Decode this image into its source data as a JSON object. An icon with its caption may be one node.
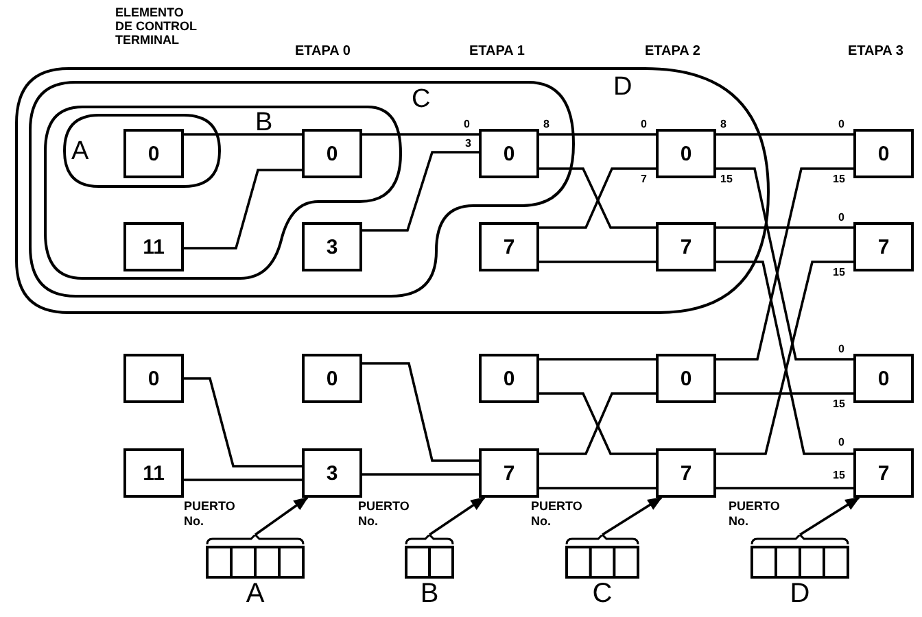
{
  "diagram": {
    "nodes": [
      {
        "text": [
          "D"
        ]
      },
      {
        "text": [
          "C"
        ],
        "in": 0
      },
      {
        "text": [
          "B"
        ],
        "in": 1
      },
      {
        "text": [
          "A"
        ],
        "in": 2
      },
      {
        "text": [
          "0"
        ],
        "in": 3
      },
      {
        "text": [
          "0"
        ],
        "in": 2
      },
      {
        "text": [
          "11"
        ],
        "in": 2
      },
      {
        "text": [
          "3"
        ],
        "in": 1
      },
      {
        "text": [
          "0"
        ],
        "in": 1
      },
      {
        "text": [
          "7"
        ],
        "in": 0
      },
      {
        "text": [
          "0"
        ],
        "in": 0
      },
      {
        "text": [
          "7"
        ],
        "in": 0
      },
      {
        "text": [
          "0"
        ]
      },
      {
        "text": [
          "7"
        ]
      },
      {
        "text": [
          "0"
        ]
      },
      {
        "text": [
          "0"
        ]
      },
      {
        "text": [
          "0"
        ]
      },
      {
        "text": [
          "0"
        ]
      },
      {
        "text": [
          "0"
        ]
      },
      {
        "text": [
          "11"
        ]
      },
      {
        "text": [
          "3"
        ]
      },
      {
        "text": [
          "7"
        ]
      },
      {
        "text": [
          "7"
        ]
      },
      {
        "text": [
          "7"
        ]
      },
      {
        "text": [],
        "shape": "box",
        "beside": [
          "PUERTO No.",
          "A"
        ]
      },
      {
        "text": [],
        "shape": "box",
        "beside": [
          "PUERTO No.",
          "B"
        ]
      },
      {
        "text": [],
        "shape": "box",
        "beside": [
          "PUERTO No.",
          "C"
        ]
      },
      {
        "text": [],
        "shape": "box",
        "beside": [
          "PUERTO No.",
          "D"
        ]
      }
    ],
    "edges": [
      {
        "from": 4,
        "to": 5,
        "arrow": "none"
      },
      {
        "from": 6,
        "to": 5,
        "arrow": "none"
      },
      {
        "from": 5,
        "to": 8,
        "arrow": "none"
      },
      {
        "from": 7,
        "to": 8,
        "arrow": "none"
      },
      {
        "from": 8,
        "to": 10,
        "arrow": "none"
      },
      {
        "from": 8,
        "to": 11,
        "arrow": "none"
      },
      {
        "from": 9,
        "to": 10,
        "arrow": "none"
      },
      {
        "from": 9,
        "to": 11,
        "arrow": "none"
      },
      {
        "from": 10,
        "to": 12,
        "arrow": "none"
      },
      {
        "from": 10,
        "to": 18,
        "arrow": "none"
      },
      {
        "from": 11,
        "to": 13,
        "arrow": "none"
      },
      {
        "from": 11,
        "to": 23,
        "arrow": "none"
      },
      {
        "from": 17,
        "to": 12,
        "arrow": "none"
      },
      {
        "from": 17,
        "to": 18,
        "arrow": "none"
      },
      {
        "from": 22,
        "to": 13,
        "arrow": "none"
      },
      {
        "from": 22,
        "to": 23,
        "arrow": "none"
      },
      {
        "from": 14,
        "to": 20,
        "arrow": "none"
      },
      {
        "from": 19,
        "to": 20,
        "arrow": "none"
      },
      {
        "from": 15,
        "to": 21,
        "arrow": "none"
      },
      {
        "from": 20,
        "to": 21,
        "arrow": "none"
      },
      {
        "from": 16,
        "to": 17,
        "arrow": "none"
      },
      {
        "from": 16,
        "to": 22,
        "arrow": "none"
      },
      {
        "from": 21,
        "to": 17,
        "arrow": "none"
      },
      {
        "from": 21,
        "to": 22,
        "arrow": "none"
      },
      {
        "from": 24,
        "to": 20,
        "arrow": "to"
      },
      {
        "from": 25,
        "to": 21,
        "arrow": "to"
      },
      {
        "from": 26,
        "to": 22,
        "arrow": "to"
      },
      {
        "from": 27,
        "to": 23,
        "arrow": "to"
      }
    ],
    "labels": [
      "ELEMENTO DE CONTROL TERMINAL",
      "ETAPA 0",
      "ETAPA 1",
      "ETAPA 2",
      "ETAPA 3",
      "0",
      "8",
      "0",
      "8",
      "0",
      "3",
      "7",
      "15",
      "15",
      "0",
      "15",
      "0",
      "15",
      "0",
      "15"
    ]
  }
}
